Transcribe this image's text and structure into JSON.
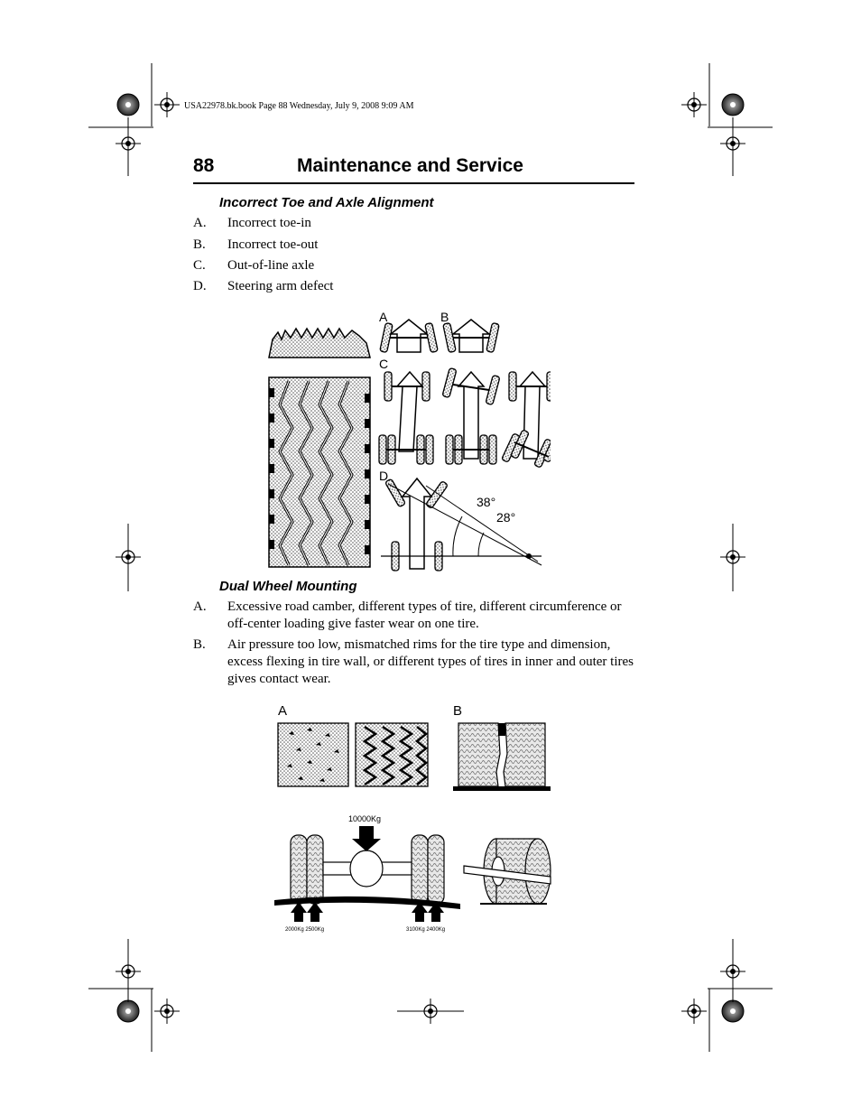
{
  "header": {
    "file_line": "USA22978.bk.book  Page 88  Wednesday, July 9, 2008  9:09 AM",
    "page_number": "88",
    "page_title": "Maintenance and Service"
  },
  "section1": {
    "heading": "Incorrect Toe and Axle Alignment",
    "items": [
      {
        "letter": "A.",
        "text": "Incorrect toe-in"
      },
      {
        "letter": "B.",
        "text": "Incorrect toe-out"
      },
      {
        "letter": "C.",
        "text": "Out-of-line axle"
      },
      {
        "letter": "D.",
        "text": "Steering arm defect"
      }
    ],
    "figure": {
      "labels": {
        "a": "A",
        "b": "B",
        "c": "C",
        "d": "D"
      },
      "angle1": "38°",
      "angle2": "28°"
    }
  },
  "section2": {
    "heading": "Dual Wheel Mounting",
    "items": [
      {
        "letter": "A.",
        "text": "Excessive road camber, different types of tire, different circumference or off-center loading give faster wear on one tire."
      },
      {
        "letter": "B.",
        "text": "Air pressure too low, mismatched rims for the tire type and dimension, excess flexing in tire wall, or different types of tires in inner and outer tires gives contact wear."
      }
    ],
    "figure": {
      "labels": {
        "a": "A",
        "b": "B"
      },
      "load_total": "10000Kg",
      "load_left": "2000Kg 2500Kg",
      "load_right": "3100Kg 2400Kg"
    }
  }
}
